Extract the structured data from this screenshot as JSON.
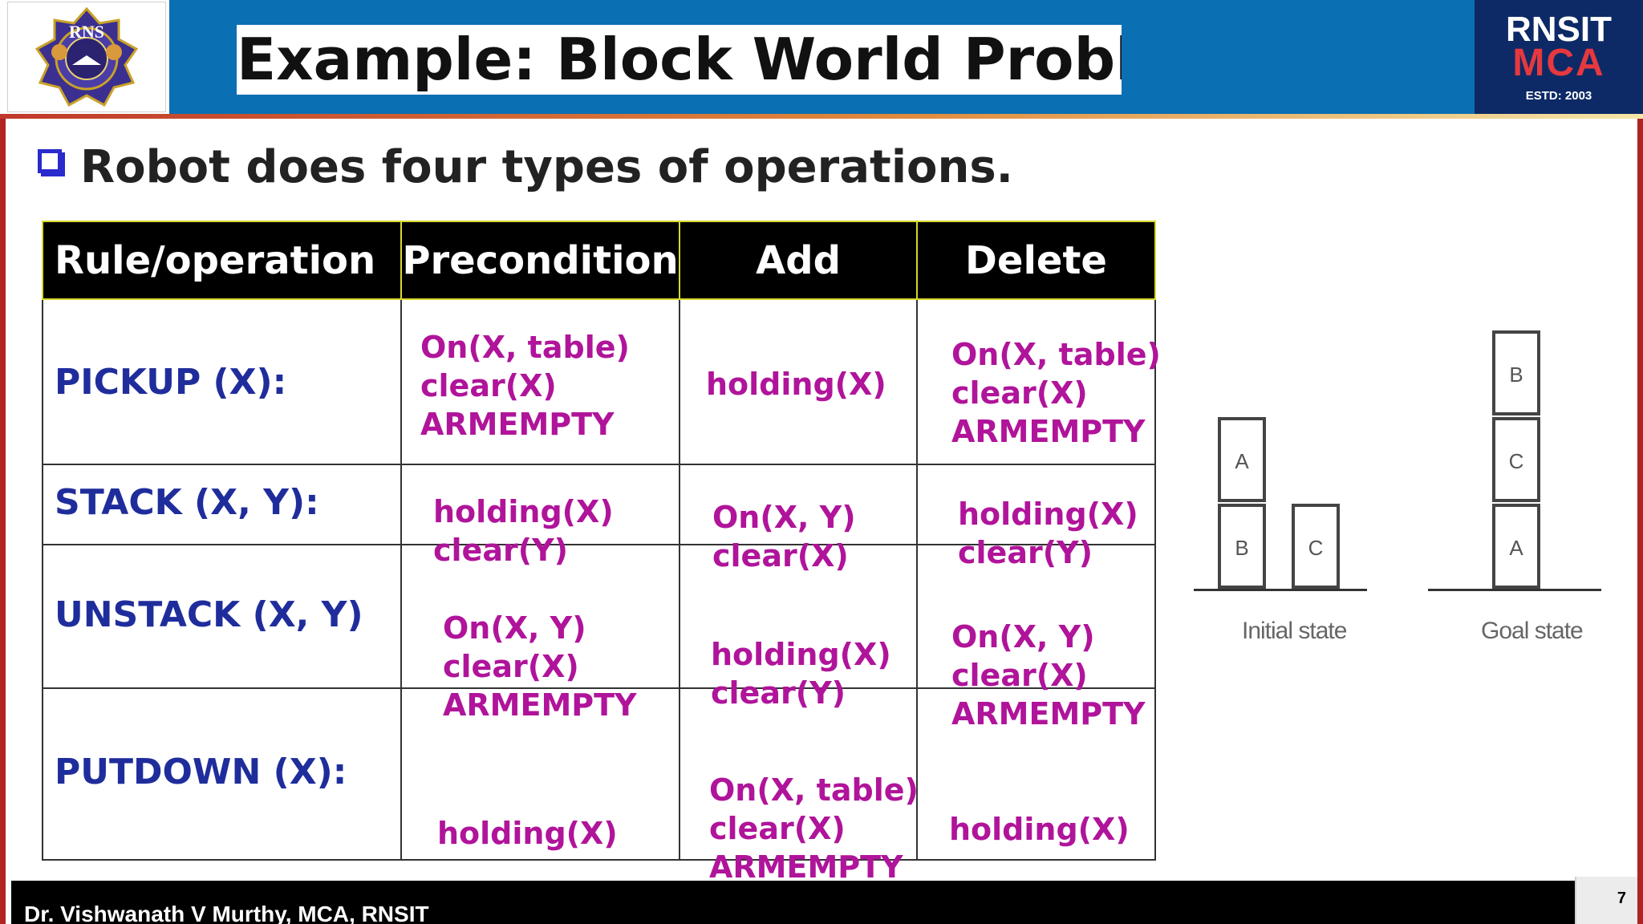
{
  "header": {
    "logo_left_text": "RNS",
    "title": "Example: Block World Problem",
    "logo_right": {
      "line1": "RNSIT",
      "line2": "MCA",
      "established": "ESTD: 2003"
    }
  },
  "bullet": {
    "text": "Robot does four types of operations."
  },
  "table": {
    "headers": [
      "Rule/operation",
      "Precondition",
      "Add",
      "Delete"
    ],
    "rows": [
      {
        "rule": "PICKUP (X):",
        "precondition": [
          "On(X, table)",
          "clear(X)",
          "ARMEMPTY"
        ],
        "add": [
          "holding(X)"
        ],
        "delete": [
          "On(X, table)",
          "clear(X)",
          "ARMEMPTY"
        ]
      },
      {
        "rule": "STACK (X, Y):",
        "precondition": [
          "holding(X)",
          "clear(Y)"
        ],
        "add": [
          "On(X, Y)",
          "clear(X)"
        ],
        "delete": [
          "holding(X)",
          "clear(Y)"
        ]
      },
      {
        "rule": "UNSTACK (X, Y)",
        "precondition": [
          "On(X, Y)",
          "clear(X)",
          "ARMEMPTY"
        ],
        "add": [
          "holding(X)",
          "clear(Y)"
        ],
        "delete": [
          "On(X, Y)",
          "clear(X)",
          "ARMEMPTY"
        ]
      },
      {
        "rule": "PUTDOWN (X):",
        "precondition": [
          "holding(X)"
        ],
        "add": [
          "On(X, table)",
          "clear(X)",
          "ARMEMPTY"
        ],
        "delete": [
          "holding(X)"
        ]
      }
    ]
  },
  "diagram": {
    "initial": {
      "caption": "Initial state",
      "blocks": [
        "A",
        "B",
        "C"
      ]
    },
    "goal": {
      "caption": "Goal state",
      "blocks": [
        "B",
        "C",
        "A"
      ]
    }
  },
  "footer": {
    "author": "Dr. Vishwanath V Murthy, MCA, RNSIT",
    "page": "7"
  },
  "colors": {
    "title_bar": "#0b6fb3",
    "rule_text": "#1f2d9c",
    "cell_text": "#b0149a",
    "bullet": "#2a2acd",
    "border_red": "#b22222"
  }
}
